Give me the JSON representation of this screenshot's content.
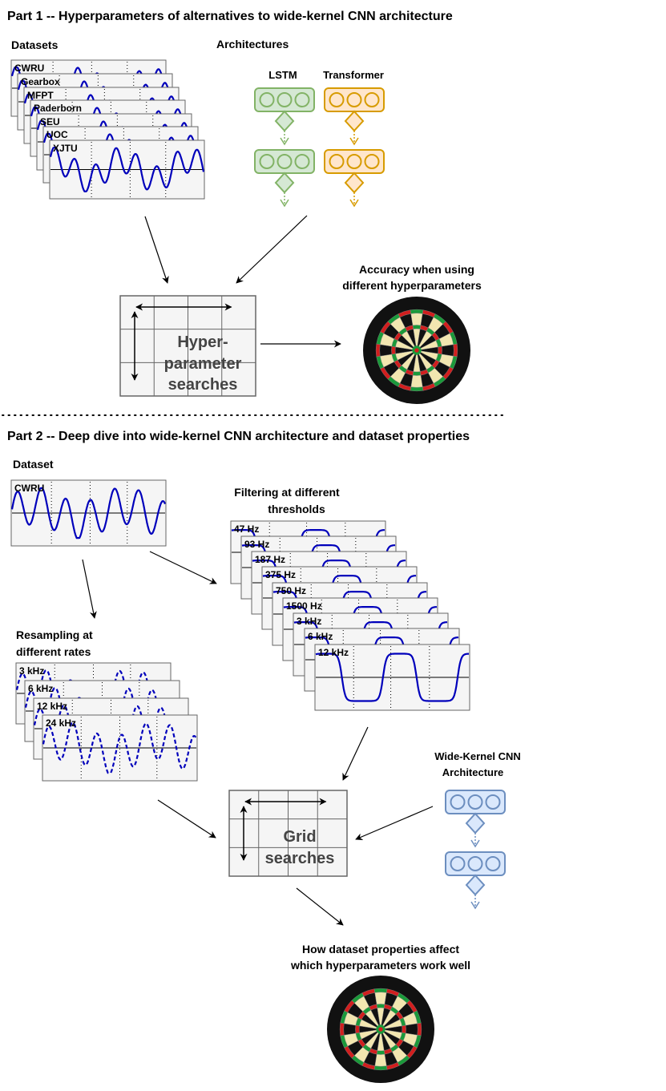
{
  "part1": {
    "title": "Part 1 -- Hyperparameters of alternatives to wide-kernel CNN architecture",
    "datasets_label": "Datasets",
    "architectures_label": "Architectures",
    "datasets": [
      "CWRU",
      "Gearbox",
      "MFPT",
      "Paderborn",
      "SEU",
      "UOC",
      "XJTU"
    ],
    "arch_names": [
      "LSTM",
      "Transformer"
    ],
    "accuracy_label": [
      "Accuracy when using",
      "different hyperparameters"
    ],
    "search_label": [
      "Hyper-",
      "parameter",
      "searches"
    ]
  },
  "part2": {
    "title": "Part 2 -- Deep dive into wide-kernel CNN architecture and dataset properties",
    "dataset_label": "Dataset",
    "dataset_name": "CWRU",
    "filter_label": [
      "Filtering at different",
      "thresholds"
    ],
    "filters": [
      "47 Hz",
      "93 Hz",
      "187 Hz",
      "375 Hz",
      "750 Hz",
      "1500 Hz",
      "3 kHz",
      "6 kHz",
      "12 kHz"
    ],
    "resample_label": [
      "Resampling at",
      "different rates"
    ],
    "rates": [
      "3 kHz",
      "6 kHz",
      "12 kHz",
      "24 kHz"
    ],
    "cnn_label": [
      "Wide-Kernel CNN",
      "Architecture"
    ],
    "grid_label": [
      "Grid",
      "searches"
    ],
    "result_label": [
      "How dataset properties affect",
      "which hyperparameters work well"
    ]
  },
  "colors": {
    "signal": "#0000bb",
    "lstm_fill": "#d5e8d4",
    "lstm_stroke": "#82b366",
    "transformer_fill": "#ffe6cc",
    "transformer_stroke": "#d79b00",
    "cnn_fill": "#dae8fc",
    "cnn_stroke": "#6c8ebf",
    "panel_fill": "#f5f5f5",
    "panel_stroke": "#666666"
  }
}
